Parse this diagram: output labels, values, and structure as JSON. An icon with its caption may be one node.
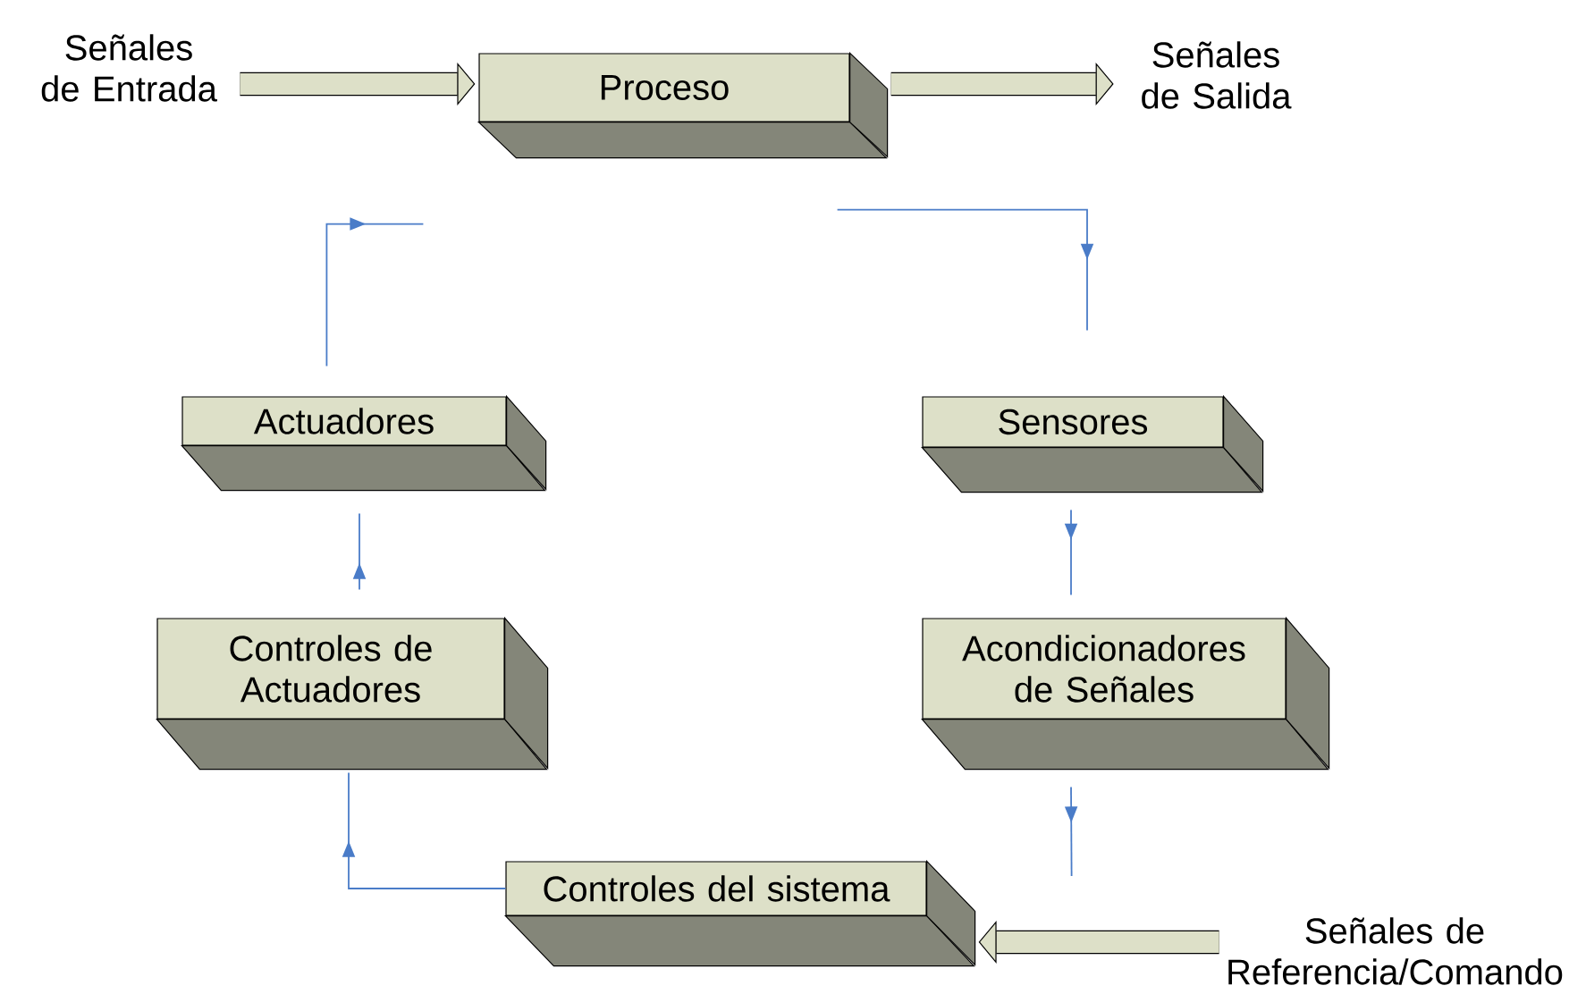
{
  "diagram": {
    "nodes": [
      {
        "text": [
          "Señales de Entrada"
        ]
      },
      {
        "text": [
          "Proceso"
        ]
      },
      {
        "text": [
          "Señales de Salida"
        ]
      },
      {
        "text": [
          "Actuadores"
        ]
      },
      {
        "text": [
          "Sensores"
        ]
      },
      {
        "text": [
          "Controles de Actuadores"
        ]
      },
      {
        "text": [
          "Acondicionadores de Señales"
        ]
      },
      {
        "text": [
          "Controles del sistema"
        ]
      },
      {
        "text": [
          "Señales de Referencia/Comando"
        ]
      }
    ],
    "edges": [
      {
        "from": 0,
        "to": 1,
        "arrow": "to",
        "style": "thick",
        "color": "#000000"
      },
      {
        "from": 1,
        "to": 2,
        "arrow": "to",
        "style": "thick",
        "color": "#000000"
      },
      {
        "from": 3,
        "to": 1,
        "arrow": "to"
      },
      {
        "from": 1,
        "to": 4,
        "arrow": "to"
      },
      {
        "from": 4,
        "to": 6,
        "arrow": "to"
      },
      {
        "from": 5,
        "to": 3,
        "arrow": "to"
      },
      {
        "from": 6,
        "to": 7,
        "arrow": "to"
      },
      {
        "from": 7,
        "to": 5,
        "arrow": "to"
      },
      {
        "from": 8,
        "to": 7,
        "arrow": "to",
        "style": "thick",
        "color": "#000000"
      }
    ]
  }
}
